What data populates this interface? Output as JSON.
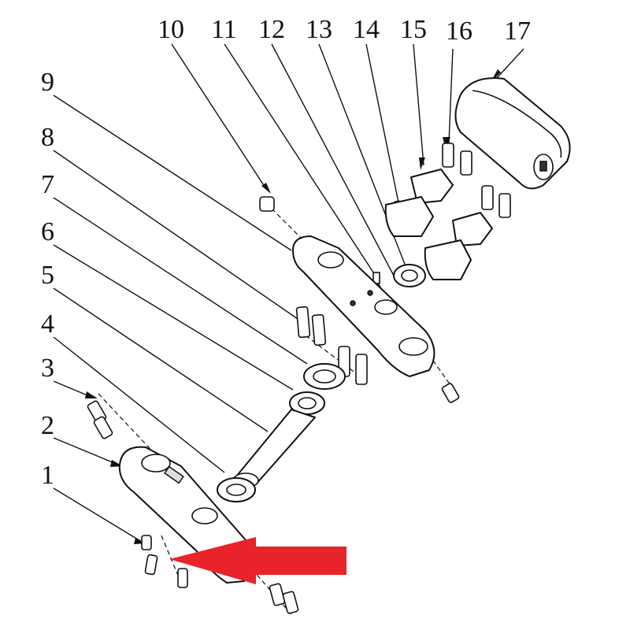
{
  "callouts": [
    {
      "id": 1,
      "label": "1"
    },
    {
      "id": 2,
      "label": "2"
    },
    {
      "id": 3,
      "label": "3"
    },
    {
      "id": 4,
      "label": "4"
    },
    {
      "id": 5,
      "label": "5"
    },
    {
      "id": 6,
      "label": "6"
    },
    {
      "id": 7,
      "label": "7"
    },
    {
      "id": 8,
      "label": "8"
    },
    {
      "id": 9,
      "label": "9"
    },
    {
      "id": 10,
      "label": "10"
    },
    {
      "id": 11,
      "label": "11"
    },
    {
      "id": 12,
      "label": "12"
    },
    {
      "id": 13,
      "label": "13"
    },
    {
      "id": 14,
      "label": "14"
    },
    {
      "id": 15,
      "label": "15"
    },
    {
      "id": 16,
      "label": "16"
    },
    {
      "id": 17,
      "label": "17"
    }
  ],
  "colors": {
    "line": "#111111",
    "highlight_arrow": "#e8232a",
    "background": "#ffffff"
  },
  "highlight": {
    "points_to": "bolt-near-callout-1",
    "icon": "right-to-left-arrow"
  }
}
